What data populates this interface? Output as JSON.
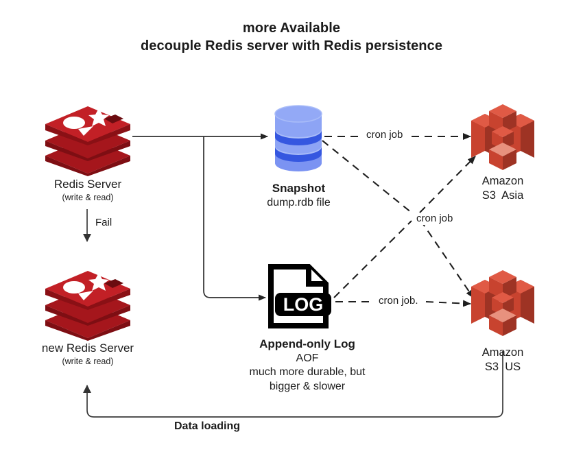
{
  "title": {
    "line1": "more Available",
    "line2": "decouple Redis server with Redis persistence"
  },
  "colors": {
    "redis_top": "#C22026",
    "redis_mid": "#A5161C",
    "redis_dark": "#8A1015",
    "redis_side": "#7E0E13",
    "db_light": "#8DA4F5",
    "db_mid": "#7B93F2",
    "db_band": "#3557E0",
    "db_edge": "#A9BCF8",
    "s3_light": "#E05A45",
    "s3_mid": "#C8432F",
    "s3_dark": "#9E3324",
    "s3_face": "#D34E38",
    "line": "#3a3a3a",
    "text": "#1b1b1b",
    "log_black": "#000000"
  },
  "nodes": {
    "redis_primary": {
      "icon": "redis-logo-icon",
      "label": "Redis Server",
      "sublabel": "(write & read)"
    },
    "redis_new": {
      "icon": "redis-logo-icon",
      "label": "new Redis Server",
      "sublabel": "(write & read)"
    },
    "snapshot": {
      "icon": "database-cylinder-icon",
      "label": "Snapshot",
      "sublabel": "dump.rdb file"
    },
    "append_log": {
      "icon": "log-file-icon",
      "icon_text": "LOG",
      "label": "Append-only Log",
      "line2": "AOF",
      "line3": "much more durable, but",
      "line4": "bigger & slower"
    },
    "s3_asia": {
      "icon": "amazon-s3-icon",
      "label": "Amazon",
      "sublabel": "S3  Asia"
    },
    "s3_us": {
      "icon": "amazon-s3-icon",
      "label": "Amazon",
      "sublabel": "S3  US"
    }
  },
  "edges": {
    "fail": "Fail",
    "cron_top": "cron job",
    "cron_middle": "cron job",
    "cron_bottom": "cron job.",
    "data_loading": "Data loading"
  }
}
